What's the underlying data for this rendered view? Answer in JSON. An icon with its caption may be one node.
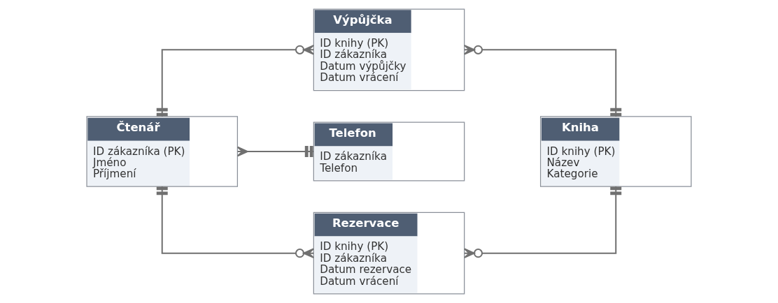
{
  "diagram": {
    "nodes": [
      {
        "text": [
          "Čtenář",
          "ID zákazníka (PK)",
          "Jméno",
          "Příjmení"
        ]
      },
      {
        "text": [
          "Výpůjčka",
          "ID knihy (PK)",
          "ID zákazníka",
          "Datum výpůjčky",
          "Datum vrácení"
        ]
      },
      {
        "text": [
          "Kniha",
          "ID knihy (PK)",
          "Název",
          "Kategorie"
        ]
      },
      {
        "text": [
          "Telefon",
          "ID zákazníka",
          "Telefon"
        ]
      },
      {
        "text": [
          "Rezervace",
          "ID knihy (PK)",
          "ID zákazníka",
          "Datum rezervace",
          "Datum vrácení"
        ]
      }
    ],
    "edges": [
      {
        "from": 0,
        "to": 1,
        "arrow": "other"
      },
      {
        "from": 1,
        "to": 2,
        "arrow": "other"
      },
      {
        "from": 0,
        "to": 3,
        "arrow": "other"
      },
      {
        "from": 0,
        "to": 4,
        "arrow": "other"
      },
      {
        "from": 4,
        "to": 2,
        "arrow": "other"
      }
    ]
  }
}
